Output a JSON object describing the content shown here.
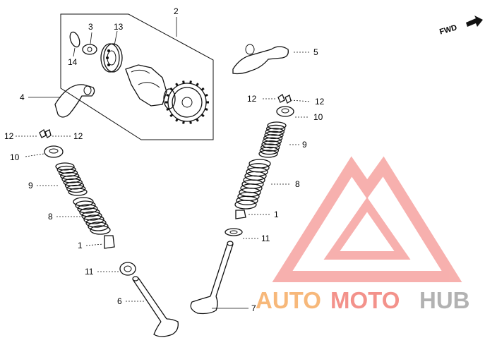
{
  "diagram": {
    "fwd_label": "FWD",
    "watermark": {
      "part1": "AUTO",
      "part2": "MOTO",
      "part3": "HUB",
      "colors": {
        "orange": "#f7b87a",
        "red": "#f3928b",
        "gray": "#b2b2b2",
        "logo": "#f6a3a0"
      }
    },
    "callouts": {
      "c2": "2",
      "c3": "3",
      "c13": "13",
      "c14": "14",
      "c4": "4",
      "c5": "5",
      "c12_l1": "12",
      "c12_l2": "12",
      "c12_r1": "12",
      "c12_r2": "12",
      "c10_l": "10",
      "c10_r": "10",
      "c9_l": "9",
      "c9_r": "9",
      "c8_l": "8",
      "c8_r": "8",
      "c1_l": "1",
      "c1_r": "1",
      "c11_l": "11",
      "c11_r": "11",
      "c6": "6",
      "c7": "7"
    }
  }
}
